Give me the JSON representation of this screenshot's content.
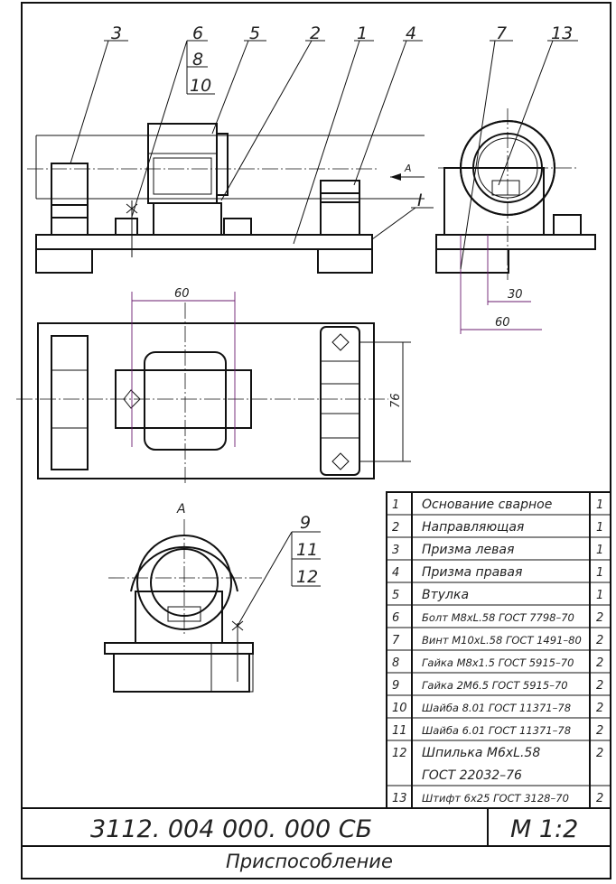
{
  "view_label": "A",
  "callouts": {
    "c1": "1",
    "c2": "2",
    "c3": "3",
    "c4": "4",
    "c5": "5",
    "c6": "6",
    "c8": "8",
    "c10": "10",
    "c7": "7",
    "c13": "13",
    "c9": "9",
    "c11": "11",
    "c12": "12",
    "section_mark": "I"
  },
  "dimensions": {
    "d60_top": "60",
    "d76": "76",
    "d30": "30",
    "d60_side": "60"
  },
  "parts_list": [
    {
      "num": "1",
      "name": "Основание сварное",
      "qty": "1"
    },
    {
      "num": "2",
      "name": "Направляющая",
      "qty": "1"
    },
    {
      "num": "3",
      "name": "Призма левая",
      "qty": "1"
    },
    {
      "num": "4",
      "name": "Призма правая",
      "qty": "1"
    },
    {
      "num": "5",
      "name": "Втулка",
      "qty": "1"
    },
    {
      "num": "6",
      "name": "Болт М8хL.58 ГОСТ 7798–70",
      "qty": "2"
    },
    {
      "num": "7",
      "name": "Винт М10хL.58 ГОСТ 1491–80",
      "qty": "2"
    },
    {
      "num": "8",
      "name": "Гайка М8х1.5 ГОСТ 5915–70",
      "qty": "2"
    },
    {
      "num": "9",
      "name": "Гайка 2М6.5 ГОСТ 5915–70",
      "qty": "2"
    },
    {
      "num": "10",
      "name": "Шайба 8.01 ГОСТ 11371–78",
      "qty": "2"
    },
    {
      "num": "11",
      "name": "Шайба 6.01 ГОСТ 11371–78",
      "qty": "2"
    },
    {
      "num": "12",
      "name": "Шпилька М6хL.58",
      "qty": "2"
    },
    {
      "num": "",
      "name": "ГОСТ 22032–76",
      "qty": ""
    },
    {
      "num": "13",
      "name": "Штифт 6х25 ГОСТ 3128–70",
      "qty": "2"
    }
  ],
  "title_block": {
    "doc_number": "3112. 004 000. 000 СБ",
    "scale": "М 1:2",
    "name": "Приспособление"
  }
}
